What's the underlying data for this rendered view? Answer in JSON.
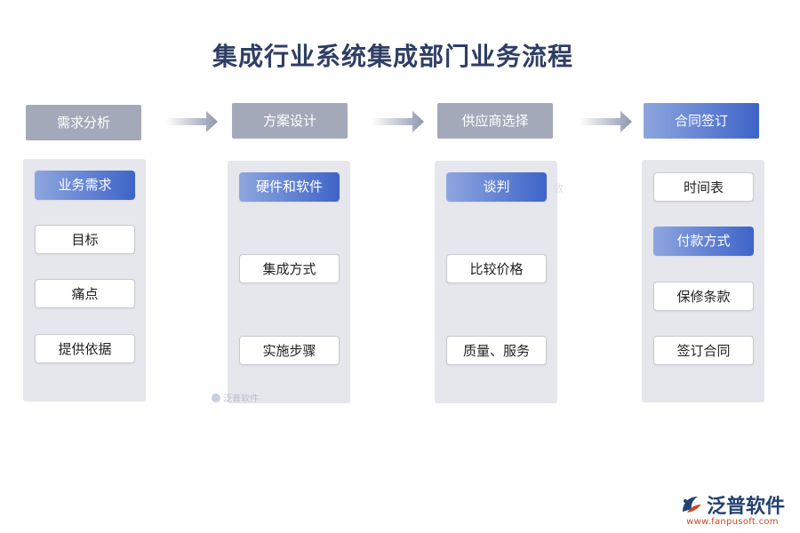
{
  "title": "集成行业系统集成部门业务流程",
  "columns": [
    {
      "header": "需求分析",
      "header_active": false,
      "items": [
        {
          "label": "业务需求",
          "active": true
        },
        {
          "label": "目标",
          "active": false
        },
        {
          "label": "痛点",
          "active": false
        },
        {
          "label": "提供依据",
          "active": false
        }
      ]
    },
    {
      "header": "方案设计",
      "header_active": false,
      "items": [
        {
          "label": "硬件和软件",
          "active": true
        },
        {
          "label": "集成方式",
          "active": false
        },
        {
          "label": "实施步骤",
          "active": false
        }
      ]
    },
    {
      "header": "供应商选择",
      "header_active": false,
      "items": [
        {
          "label": "谈判",
          "active": true
        },
        {
          "label": "比较价格",
          "active": false
        },
        {
          "label": "质量、服务",
          "active": false
        }
      ]
    },
    {
      "header": "合同签订",
      "header_active": true,
      "items": [
        {
          "label": "时间表",
          "active": false
        },
        {
          "label": "付款方式",
          "active": true
        },
        {
          "label": "保修条款",
          "active": false
        },
        {
          "label": "签订合同",
          "active": false
        }
      ]
    }
  ],
  "stray_mark": "数",
  "watermark": "泛普软件",
  "logo": {
    "name": "泛普软件",
    "url": "www.fanpusoft.com"
  },
  "colors": {
    "title": "#2f3e63",
    "header_gray": "#a3a9b9",
    "accent_light": "#8ea6df",
    "accent_dark": "#3e64c8",
    "panel_bg": "#e6e7ec",
    "logo_text": "#23426f",
    "logo_url": "#c94a2a"
  }
}
